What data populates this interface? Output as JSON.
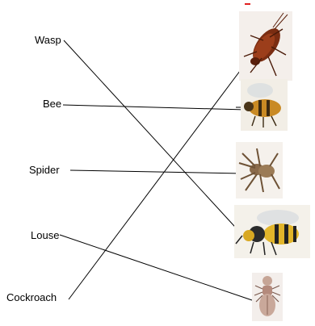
{
  "labels": {
    "wasp": "Wasp",
    "bee": "Bee",
    "spider": "Spider",
    "louse": "Louse",
    "cockroach": "Cockroach"
  },
  "images": {
    "cockroach": "cockroach-image",
    "bee": "bee-image",
    "spider": "spider-image",
    "wasp": "wasp-image",
    "louse": "louse-image"
  },
  "colors": {
    "line": "#000000",
    "accent": "#e02020"
  }
}
